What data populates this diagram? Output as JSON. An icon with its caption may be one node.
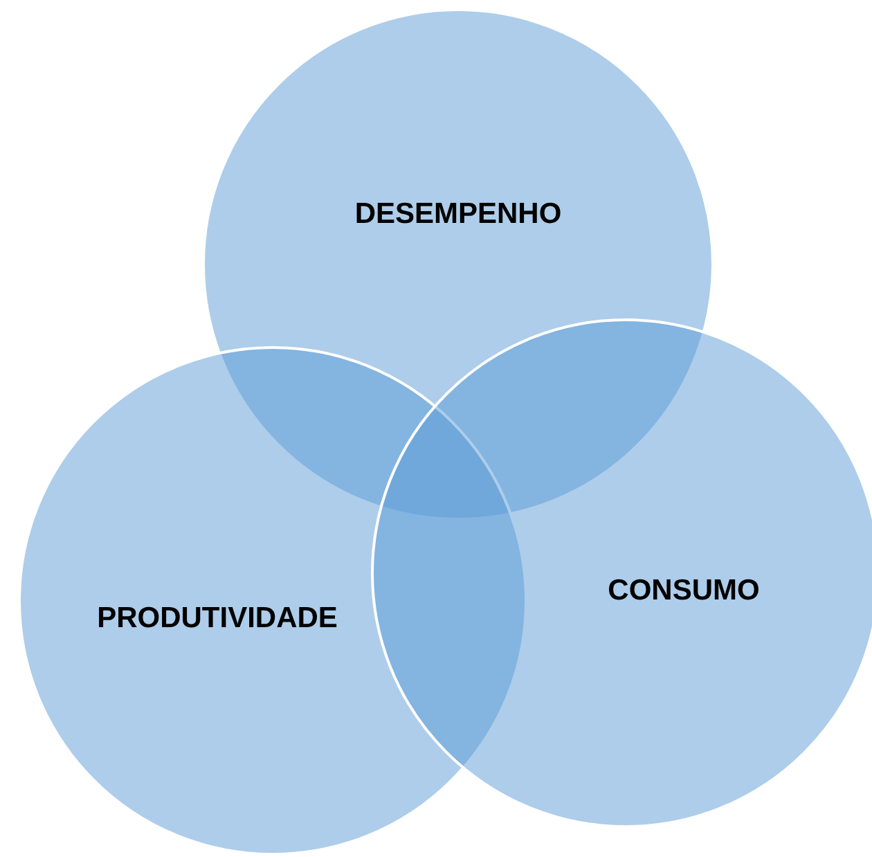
{
  "diagram": {
    "nodes": [
      {
        "text": [
          "DESEMPENHO"
        ]
      },
      {
        "text": [
          "PRODUTIVIDADE"
        ]
      },
      {
        "text": [
          "CONSUMO"
        ]
      }
    ]
  }
}
